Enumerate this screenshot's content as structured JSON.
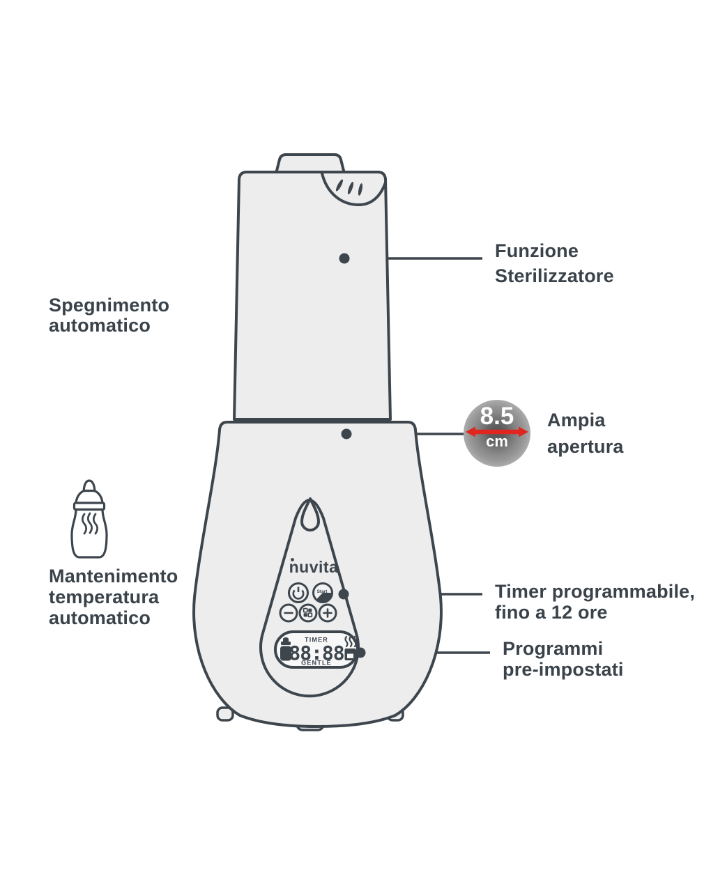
{
  "labels": {
    "sterilizer": {
      "line1": "Funzione",
      "line2": "Sterilizzatore"
    },
    "auto_off": {
      "line1": "Spegnimento",
      "line2": "automatico"
    },
    "opening": {
      "badge_value": "8.5",
      "badge_unit": "cm",
      "line1": "Ampia",
      "line2": "apertura"
    },
    "keep_warm": {
      "line1": "Mantenimento",
      "line2": "temperatura",
      "line3": "automatico"
    },
    "timer": {
      "line1": "Timer programmabile,",
      "line2": "fino a 12 ore"
    },
    "programs": {
      "line1": "Programmi",
      "line2": "pre-impostati"
    }
  },
  "device": {
    "logo": "nuvita",
    "buttons": {
      "start_label": "Start"
    },
    "display": {
      "timer_label": "TIMER",
      "time_value": "88:88",
      "mode_label": "GENTLE"
    }
  },
  "icons": {
    "left_illustration": "feeding-bottle-icon",
    "badge_arrow": "diameter-arrow-icon",
    "panel": [
      "power-icon",
      "start-button",
      "minus-button",
      "program-button",
      "plus-button"
    ],
    "display": [
      "bottle-icon",
      "steam-icon"
    ],
    "lid": "vent-icon",
    "indicator": "drop-indicator-light"
  },
  "colors": {
    "outline": "#3d454d",
    "text": "#3a424a",
    "body_fill": "#ededee",
    "display_fill": "#f8f8f8",
    "accent_red": "#e1251f",
    "badge_grays": [
      "#cccccc",
      "#989898",
      "#6e6e6e"
    ]
  }
}
